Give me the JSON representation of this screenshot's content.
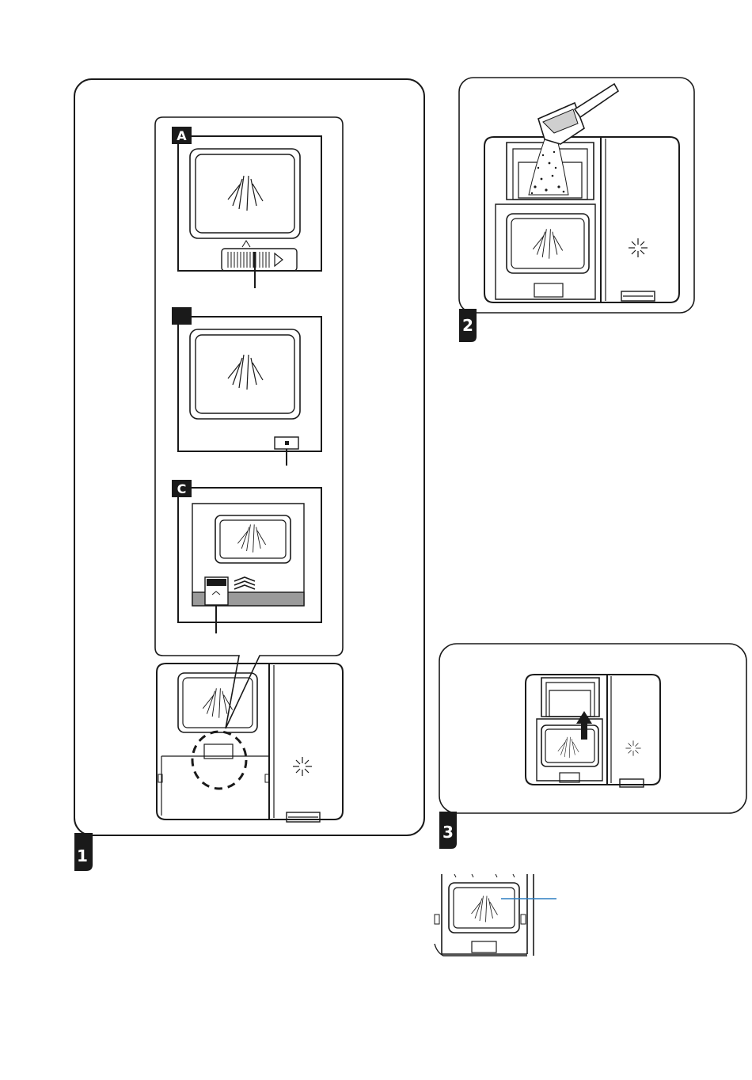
{
  "figures": {
    "fig1": {
      "number": "1",
      "panels": {
        "a": "A",
        "b": "",
        "c": "C"
      }
    },
    "fig2": {
      "number": "2"
    },
    "fig3": {
      "number": "3"
    }
  },
  "colors": {
    "line": "#1a1a1a",
    "label_bg": "#1a1a1a",
    "label_text": "#ffffff",
    "grey_strip": "#9a9a9a",
    "callout_line": "#2e7fc2"
  },
  "icons": [
    "detergent-dispenser-icon",
    "scoop-icon",
    "sparkle-icon",
    "up-arrow-icon"
  ]
}
